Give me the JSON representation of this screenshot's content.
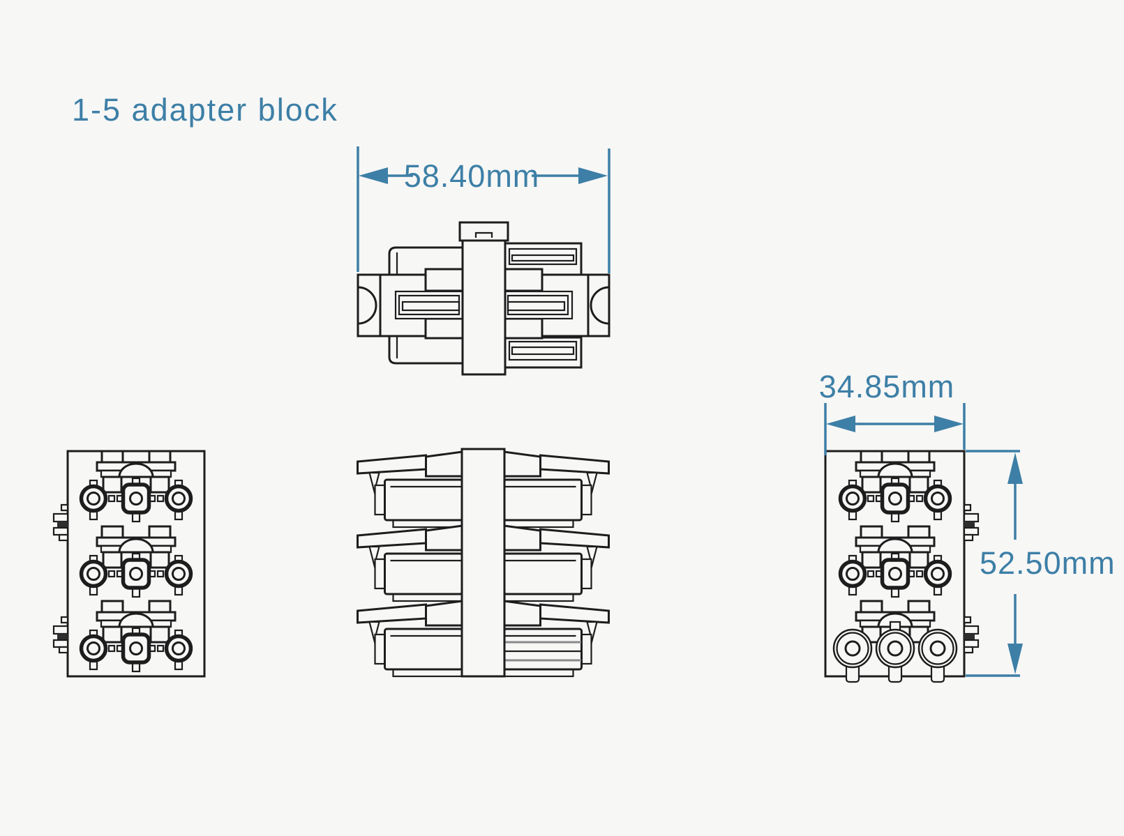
{
  "title": "1-5 adapter block",
  "dimensions": {
    "top_width": "58.40mm",
    "bottom_width": "34.85mm",
    "right_height": "52.50mm"
  },
  "colors": {
    "dimension_blue": "#3d7fa6",
    "line_black": "#1d1d1d",
    "background": "#f7f7f6"
  }
}
